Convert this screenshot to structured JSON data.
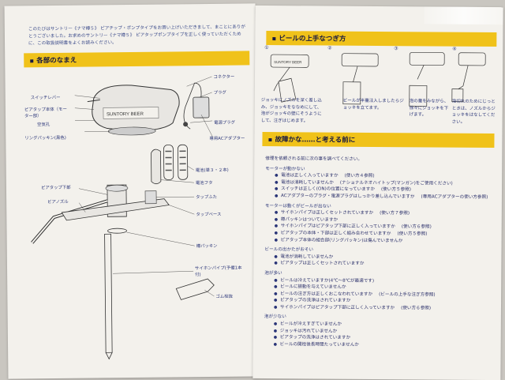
{
  "left": {
    "intro": "このたびはサントリー《ナマ樽５》 ピアチップ・ポンプタイプをお買い上げいただきまして、まことにありがとうございました。お求めのサントリー《ナマ樽５》 ピアタップポンプタイプを正しく使っていただくために、この取扱説明書をよくお読みください。",
    "banner": "各部のなまえ",
    "brand": "SUNTORY BEER",
    "labels": {
      "switch": "スイッチレバー",
      "head": "ピアタップ本体（モーター部）",
      "vent": "空気孔",
      "ring": "リングパッキン(黒色)",
      "connector": "コネクター",
      "plug": "プラグ",
      "power_plug": "電源プラグ",
      "adapter": "専用ACアダプター",
      "battery": "電池(単３・２本)",
      "battery_cover": "電池フタ",
      "tap_lower": "ピアタップ下部",
      "nozzle": "ビアノズル",
      "tap_lid": "タップふた",
      "tap_base": "タップベース",
      "gasket": "樽パッキン",
      "siphon": "サイホンパイプ(予備1本付)",
      "opener": "ゴム栓抜"
    }
  },
  "right": {
    "banner1": "ビールの上手なつぎ方",
    "brand": "SUNTORY BEER",
    "steps": [
      {
        "num": "①",
        "text": "ジョッキにノズルを深く差し込み、ジョッキをななめにして、泡がジョッキの壁にそうようにして、注ぎはじめます。"
      },
      {
        "num": "②",
        "text": "ビールが半量注入しましたらジョッキを立てます。"
      },
      {
        "num": "③",
        "text": "泡の量をみながら、徐々にジョッキを下げます。"
      },
      {
        "num": "④",
        "text": "泡切れのためにじっとときは、ノズルからジョッキをはなしてください。"
      }
    ],
    "banner2": "故障かな……と考える前に",
    "trouble_intro": "修理を依頼される前に次の事を調べてください。",
    "groups": [
      {
        "head": "モーターが動かない",
        "items": [
          {
            "text": "電池は正しく入っていますか",
            "ref": "(使い方４参照)"
          },
          {
            "text": "電池は消耗していませんか",
            "ref": "(ナショナルネオハイトップ(マンガン)をご使用ください)"
          },
          {
            "text": "スイッチは正しく(ON)の位置になっていますか",
            "ref": "(使い方５参照)"
          },
          {
            "text": "ACアダプターのプラグ・電源プラグはしっかり差し込んでいますか",
            "ref": "(専用ACアダプターの使い方参照)"
          }
        ]
      },
      {
        "head": "モーターは動くがビールが出ない",
        "items": [
          {
            "text": "サイホンパイプは正しくセットされていますか",
            "ref": "(使い方７参照)"
          },
          {
            "text": "樽パッキンはついていますか",
            "ref": ""
          },
          {
            "text": "サイホンパイプはピアタップ下部に正しく入っていますか",
            "ref": "(使い方６参照)"
          },
          {
            "text": "ピアタップの本体・下部は正しく組み合わせていますか",
            "ref": "(使い方５参照)"
          },
          {
            "text": "ピアタップ本体の組合部(リングパッキン)は傷んでいませんか",
            "ref": ""
          }
        ]
      },
      {
        "head": "ビールの出かたがおそい",
        "items": [
          {
            "text": "電池が消耗していませんか",
            "ref": ""
          },
          {
            "text": "ピアタップは正しくセットされていますか",
            "ref": ""
          }
        ]
      },
      {
        "head": "泡が多い",
        "items": [
          {
            "text": "ビールは冷えていますか(4℃〜8℃が最適です)",
            "ref": ""
          },
          {
            "text": "ビールに振動を与えていませんか",
            "ref": ""
          },
          {
            "text": "ビールの注ぎ方は正しくおこなわれていますか",
            "ref": "(ビールの上手な注ぎ方参照)"
          },
          {
            "text": "ピアタップの洗浄はされていますか",
            "ref": ""
          },
          {
            "text": "サイホンパイプはピアタップ下部に正しく入っていますか",
            "ref": "(使い方６参照)"
          }
        ]
      },
      {
        "head": "泡が少ない",
        "items": [
          {
            "text": "ビールが冷えすぎていませんか",
            "ref": ""
          },
          {
            "text": "ジョッキは汚れていませんか",
            "ref": ""
          },
          {
            "text": "ピアタップの洗浄はされていますか",
            "ref": ""
          },
          {
            "text": "ビールの開栓後長時間たっていませんか",
            "ref": ""
          }
        ]
      }
    ]
  }
}
